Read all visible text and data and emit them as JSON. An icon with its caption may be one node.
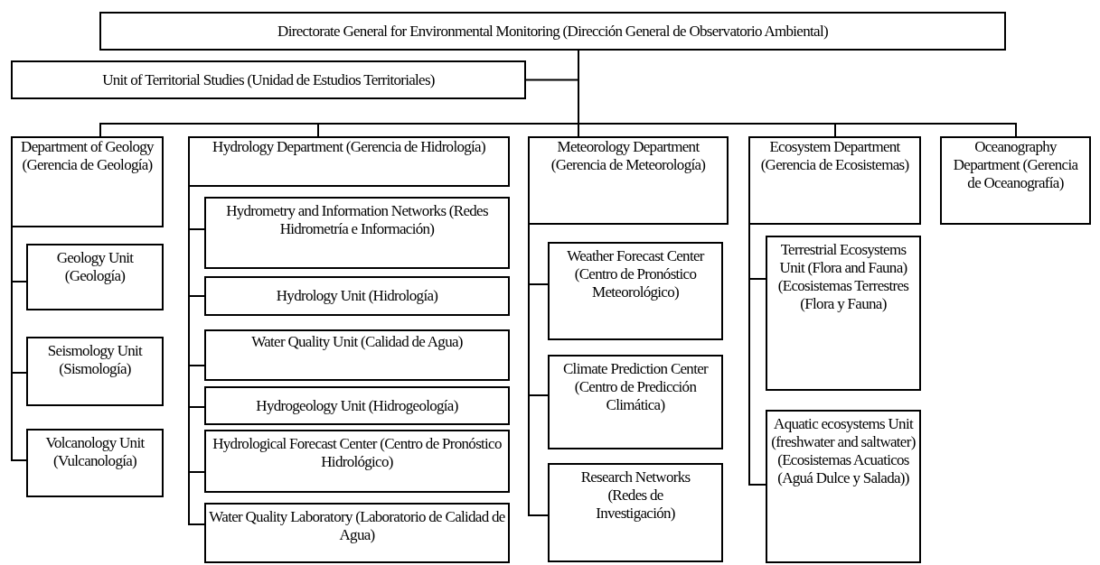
{
  "diagram": {
    "nodes": [
      {
        "text": [
          "Directorate General for Environmental Monitoring (Dirección General de Observatorio Ambiental)"
        ]
      },
      {
        "text": [
          "Unit of Territorial Studies (Unidad de Estudios Territoriales)"
        ]
      },
      {
        "text": [
          "Department of Geology (Gerencia de Geología)"
        ]
      },
      {
        "text": [
          "Geology Unit (Geología)"
        ]
      },
      {
        "text": [
          "Seismology Unit (Sismología)"
        ]
      },
      {
        "text": [
          "Volcanology Unit (Vulcanología)"
        ]
      },
      {
        "text": [
          "Hydrology Department (Gerencia de Hidrología)"
        ]
      },
      {
        "text": [
          "Hydrometry and Information Networks (Redes Hidrometría e Información)"
        ]
      },
      {
        "text": [
          "Hydrology Unit (Hidrología)"
        ]
      },
      {
        "text": [
          "Water Quality Unit (Calidad de Agua)"
        ]
      },
      {
        "text": [
          "Hydrogeology Unit (Hidrogeología)"
        ]
      },
      {
        "text": [
          "Hydrological Forecast Center (Centro de Pronóstico Hidrológico)"
        ]
      },
      {
        "text": [
          "Water Quality Laboratory (Laboratorio de Calidad de Agua)"
        ]
      },
      {
        "text": [
          "Meteorology Department (Gerencia de Meteorología)"
        ]
      },
      {
        "text": [
          "Weather Forecast Center (Centro de Pronóstico Meteorológico)"
        ]
      },
      {
        "text": [
          "Climate Prediction Center (Centro de Predicción Climática)"
        ]
      },
      {
        "text": [
          "Research Networks (Redes de Investigación)"
        ]
      },
      {
        "text": [
          "Ecosystem Department (Gerencia de Ecosistemas)"
        ]
      },
      {
        "text": [
          "Terrestrial Ecosystems Unit (Flora and Fauna) (Ecosistemas Terrestres (Flora y Fauna)"
        ]
      },
      {
        "text": [
          "Aquatic ecosystems Unit (freshwater and saltwater) (Ecosistemas Acuaticos (Aguá Dulce y Salada))"
        ]
      },
      {
        "text": [
          "Oceanography Department (Gerencia de Oceanografía)"
        ]
      }
    ],
    "edges": [
      {
        "from": 0,
        "to": 1,
        "arrow": "none"
      },
      {
        "from": 0,
        "to": 2,
        "arrow": "none"
      },
      {
        "from": 0,
        "to": 6,
        "arrow": "none"
      },
      {
        "from": 0,
        "to": 13,
        "arrow": "none"
      },
      {
        "from": 0,
        "to": 17,
        "arrow": "none"
      },
      {
        "from": 0,
        "to": 20,
        "arrow": "none"
      },
      {
        "from": 2,
        "to": 3,
        "arrow": "none"
      },
      {
        "from": 2,
        "to": 4,
        "arrow": "none"
      },
      {
        "from": 2,
        "to": 5,
        "arrow": "none"
      },
      {
        "from": 6,
        "to": 7,
        "arrow": "none"
      },
      {
        "from": 6,
        "to": 8,
        "arrow": "none"
      },
      {
        "from": 6,
        "to": 9,
        "arrow": "none"
      },
      {
        "from": 6,
        "to": 10,
        "arrow": "none"
      },
      {
        "from": 6,
        "to": 11,
        "arrow": "none"
      },
      {
        "from": 6,
        "to": 12,
        "arrow": "none"
      },
      {
        "from": 13,
        "to": 14,
        "arrow": "none"
      },
      {
        "from": 13,
        "to": 15,
        "arrow": "none"
      },
      {
        "from": 13,
        "to": 16,
        "arrow": "none"
      },
      {
        "from": 17,
        "to": 18,
        "arrow": "none"
      },
      {
        "from": 17,
        "to": 19,
        "arrow": "none"
      }
    ]
  }
}
